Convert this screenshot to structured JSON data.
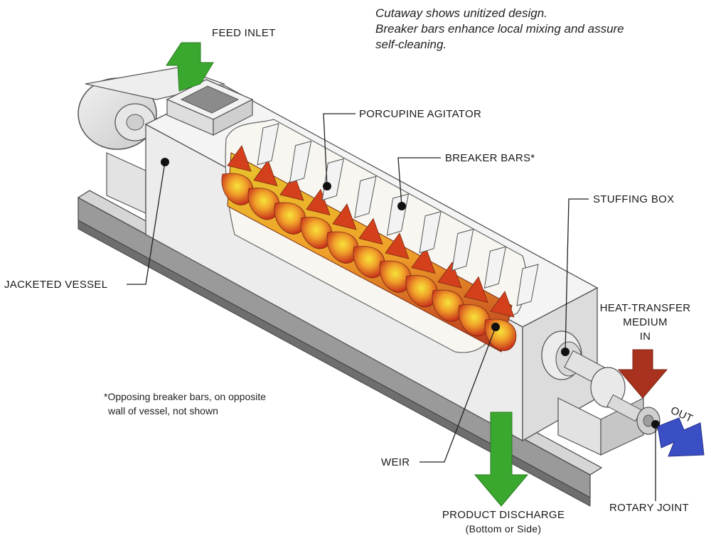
{
  "caption": {
    "line1": "Cutaway shows unitized design.",
    "line2": "Breaker bars enhance local mixing and assure",
    "line3": "self-cleaning."
  },
  "labels": {
    "feed_inlet": "FEED INLET",
    "porcupine_agitator": "PORCUPINE AGITATOR",
    "breaker_bars": "BREAKER BARS*",
    "stuffing_box": "STUFFING BOX",
    "jacketed_vessel": "JACKETED VESSEL",
    "heat_transfer_1": "HEAT-TRANSFER",
    "heat_transfer_2": "MEDIUM",
    "heat_transfer_3": "IN",
    "out": "OUT",
    "weir": "WEIR",
    "product_discharge": "PRODUCT DISCHARGE",
    "product_discharge_sub": "(Bottom or Side)",
    "rotary_joint": "ROTARY JOINT"
  },
  "footnote": {
    "line1": "*Opposing breaker bars, on opposite",
    "line2": "wall of vessel, not shown"
  },
  "colors": {
    "feed_arrow": "#3aa82e",
    "discharge_arrow": "#3aa82e",
    "heat_in_arrow": "#a8321e",
    "out_arrow": "#3a4fc4",
    "agitator_hot": "#d8381a",
    "agitator_warm": "#f3d32a"
  }
}
